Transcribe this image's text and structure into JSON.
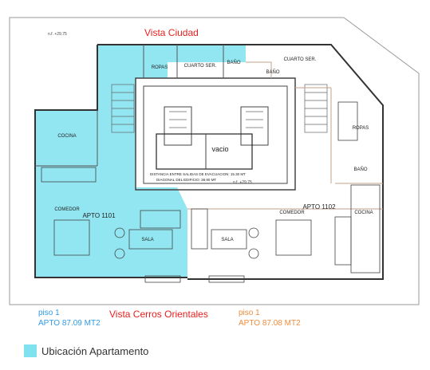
{
  "titles": {
    "top": "Vista Ciudad",
    "bottom": "Vista Cerros Orientales"
  },
  "rooms": {
    "ropas_top": "ROPAS",
    "cuarto_ser_top": "CUARTO SER.",
    "bano_top": "BAÑO",
    "cuarto_ser_right": "CUARTO SER.",
    "bano_right": "BAÑO",
    "cocina_left": "COCINA",
    "vacio": "vacio",
    "comedor_left": "COMEDOR",
    "apto_1101": "APTO 1101",
    "sala_left": "SALA",
    "sala_right": "SALA",
    "apto_1102": "APTO 1102",
    "comedor_right": "COMEDOR",
    "cocina_right": "COCINA",
    "ropas_right": "ROPAS",
    "bano_far_right": "BAÑO"
  },
  "notes": {
    "line1": "DISTANCIA ENTRE SALIDAS DE EVACUACION: 15.30 MT",
    "line2": "DIAGONAL DEL EDIFICIO: 38.90 MT",
    "level_top": "n.f. +29.75",
    "level_mid": "n.f. +29.75"
  },
  "apartments": {
    "left": {
      "floor": "piso 1",
      "label": "APTO  87.09 MT2"
    },
    "right": {
      "floor": "piso 1",
      "label": "APTO  87.08 MT2"
    }
  },
  "legend": {
    "label": "Ubicación Apartamento"
  },
  "colors": {
    "highlight": "#7fe2ee",
    "title_red": "#e8201f",
    "left_blue": "#2f9be3",
    "right_orange": "#f08c3c",
    "wall": "#333333",
    "partition_brown": "#c7a08a"
  }
}
